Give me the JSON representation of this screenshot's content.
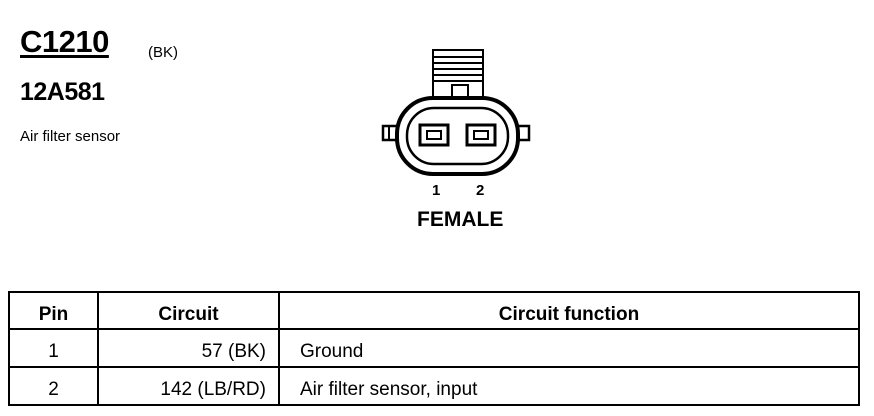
{
  "connector": {
    "id": "C1210",
    "wire_color": "(BK)",
    "part_number": "12A581",
    "description": "Air filter sensor"
  },
  "diagram": {
    "pin_labels": [
      "1",
      "2"
    ],
    "gender": "FEMALE"
  },
  "table": {
    "headers": [
      "Pin",
      "Circuit",
      "Circuit function"
    ],
    "rows": [
      {
        "pin": "1",
        "circuit": "57 (BK)",
        "function": "Ground"
      },
      {
        "pin": "2",
        "circuit": "142 (LB/RD)",
        "function": "Air filter sensor, input"
      }
    ]
  }
}
